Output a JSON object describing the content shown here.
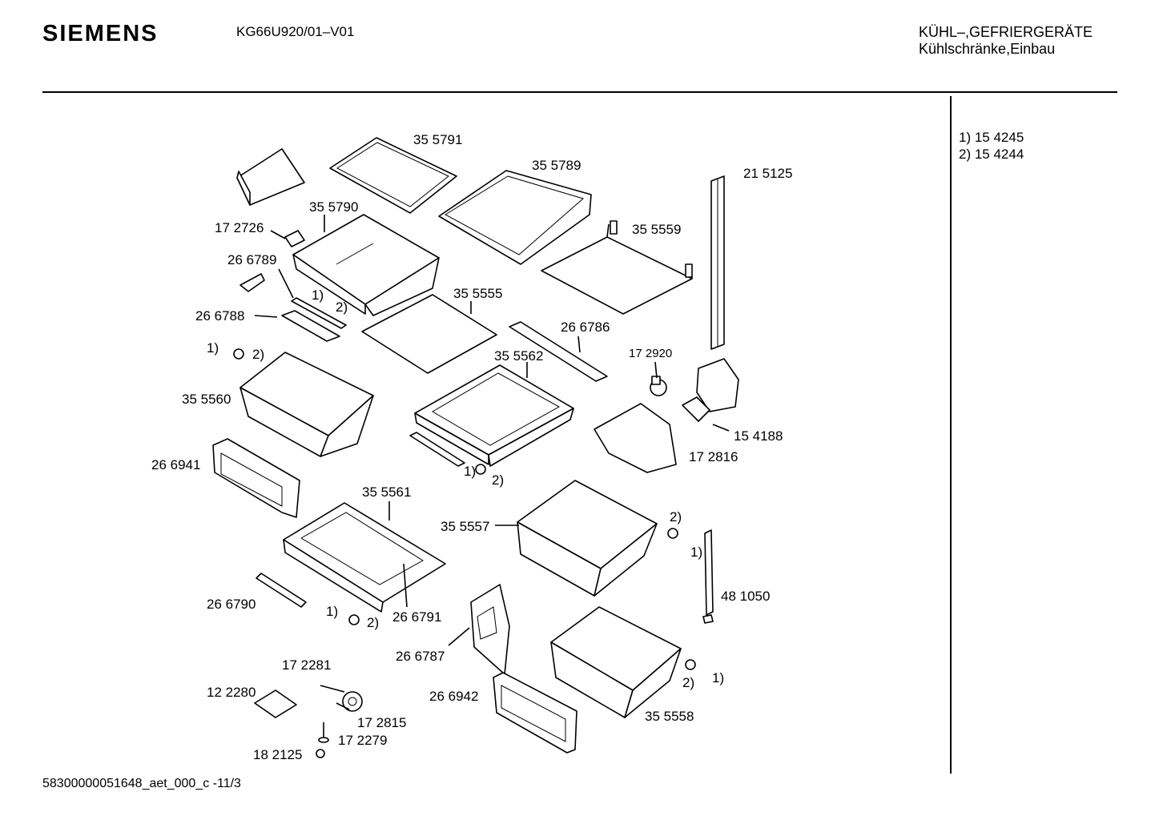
{
  "header": {
    "brand": "SIEMENS",
    "model": "KG66U920/01–V01",
    "category_line1": "KÜHL–,GEFRIERGERÄTE",
    "category_line2": "Kühlschränke,Einbau"
  },
  "notes": [
    {
      "text": "1)  15 4245"
    },
    {
      "text": "2)  15 4244"
    }
  ],
  "footer": {
    "code": "58300000051648_aet_000_c  -11/3"
  },
  "parts": {
    "p355791": "35 5791",
    "p355789": "35 5789",
    "p215125": "21 5125",
    "p355790": "35 5790",
    "p172726": "17 2726",
    "p355559": "35 5559",
    "p266789": "26 6789",
    "p355555": "35 5555",
    "p266788": "26 6788",
    "p266786": "26 6786",
    "p172920": "17 2920",
    "p355562": "35 5562",
    "p355560": "35 5560",
    "p154188": "15 4188",
    "p172816": "17 2816",
    "p266941": "26 6941",
    "p355561": "35 5561",
    "p355557": "35 5557",
    "p481050": "48 1050",
    "p266790": "26 6790",
    "p266791": "26 6791",
    "p266787": "26 6787",
    "p172281": "17 2281",
    "p122280": "12 2280",
    "p266942": "26 6942",
    "p355558": "35 5558",
    "p172815": "17 2815",
    "p172279": "17 2279",
    "p182125": "18 2125"
  },
  "refs": {
    "one": "1)",
    "two": "2)"
  }
}
